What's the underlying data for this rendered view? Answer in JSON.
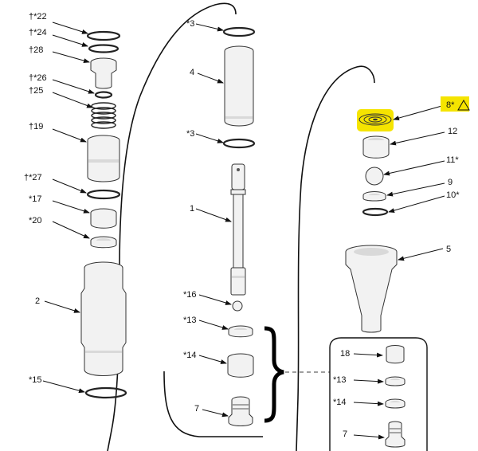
{
  "labels": {
    "l22": "†*22",
    "l24": "†*24",
    "l28": "†28",
    "l26": "†*26",
    "l25": "†25",
    "l19": "†19",
    "l27": "†*27",
    "l17": "*17",
    "l20": "*20",
    "l2": "2",
    "l15": "*15",
    "m3a": "*3",
    "m4": "4",
    "m3b": "*3",
    "m1": "1",
    "m16": "*16",
    "m13": "*13",
    "m14": "*14",
    "m7": "7",
    "r8": "8*",
    "r12": "12",
    "r11": "11*",
    "r9": "9",
    "r10": "10*",
    "r5": "5",
    "k18": "18",
    "k13": "*13",
    "k14": "*14",
    "k7": "7"
  },
  "colors": {
    "highlight": "#f5e400",
    "line": "#111111"
  },
  "icons": {
    "warning": "warning-triangle-icon"
  }
}
